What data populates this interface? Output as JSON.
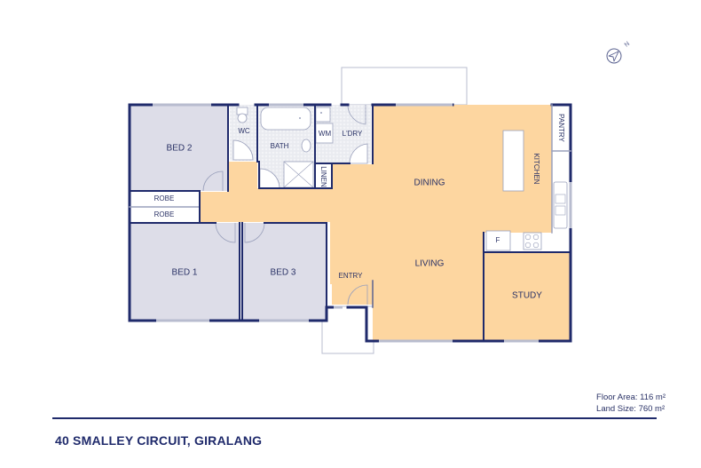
{
  "colors": {
    "wall": "#1f2a6b",
    "bedroom_fill": "#dddde8",
    "living_fill": "#fdd6a0",
    "wet_fill": "#eef0f4",
    "outline": "#b8bccf",
    "text": "#2a3266"
  },
  "compass": {
    "icon": "north-arrow-icon",
    "label": "N"
  },
  "rooms": {
    "bed2": "BED 2",
    "wc": "WC",
    "bath": "BATH",
    "wm": "WM",
    "laundry": "L'DRY",
    "linen": "LINEN",
    "robe1": "ROBE",
    "robe2": "ROBE",
    "dining": "DINING",
    "kitchen": "KITCHEN",
    "pantry": "PANTRY",
    "fridge": "F",
    "living": "LIVING",
    "bed1": "BED 1",
    "bed3": "BED 3",
    "entry": "ENTRY",
    "study": "STUDY"
  },
  "info": {
    "floor_area": "Floor Area: 116 m²",
    "land_size": "Land Size: 760 m²"
  },
  "address": "40 SMALLEY CIRCUIT, GIRALANG"
}
